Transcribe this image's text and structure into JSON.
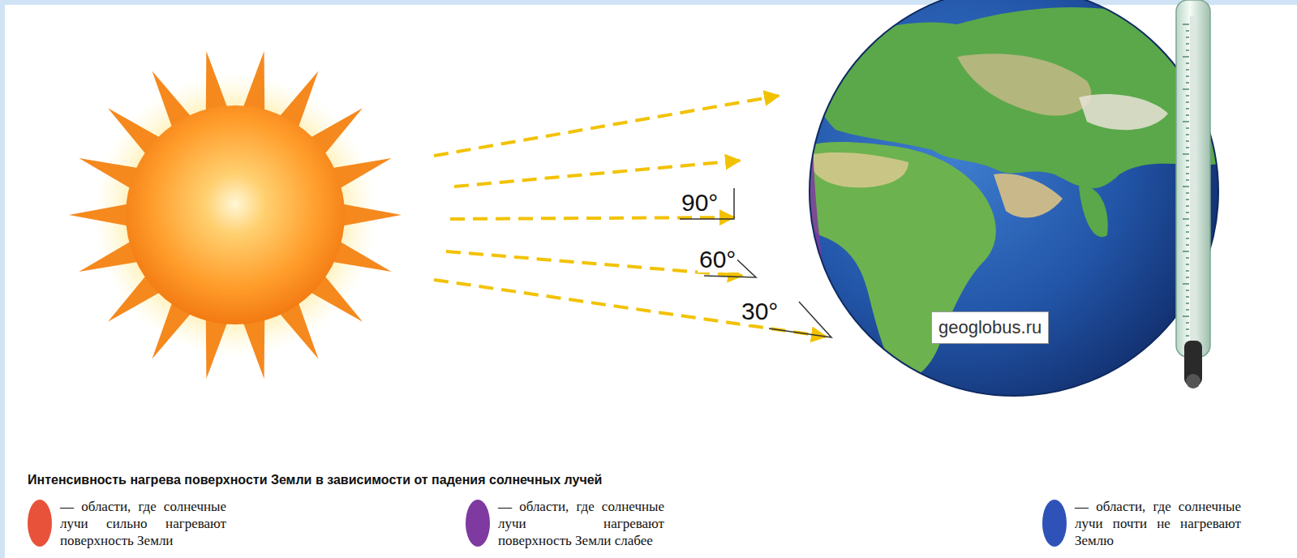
{
  "diagram": {
    "title": "Интенсивность нагрева поверхности Земли в зависимости от падения солнечных лучей",
    "labels": [
      "90°",
      "60°",
      "30°",
      "geoglobus.ru"
    ],
    "legend": [
      {
        "text": "— области, где солнечные лучи сильно нагревают поверхность Земли",
        "color": "#e8523a"
      },
      {
        "text": "— области, где солнечные лучи нагревают поверхность Земли слабее",
        "color": "#7e3aa0"
      },
      {
        "text": "— области, где солнечные лучи почти не нагревают Землю",
        "color": "#2f52b8"
      }
    ]
  }
}
